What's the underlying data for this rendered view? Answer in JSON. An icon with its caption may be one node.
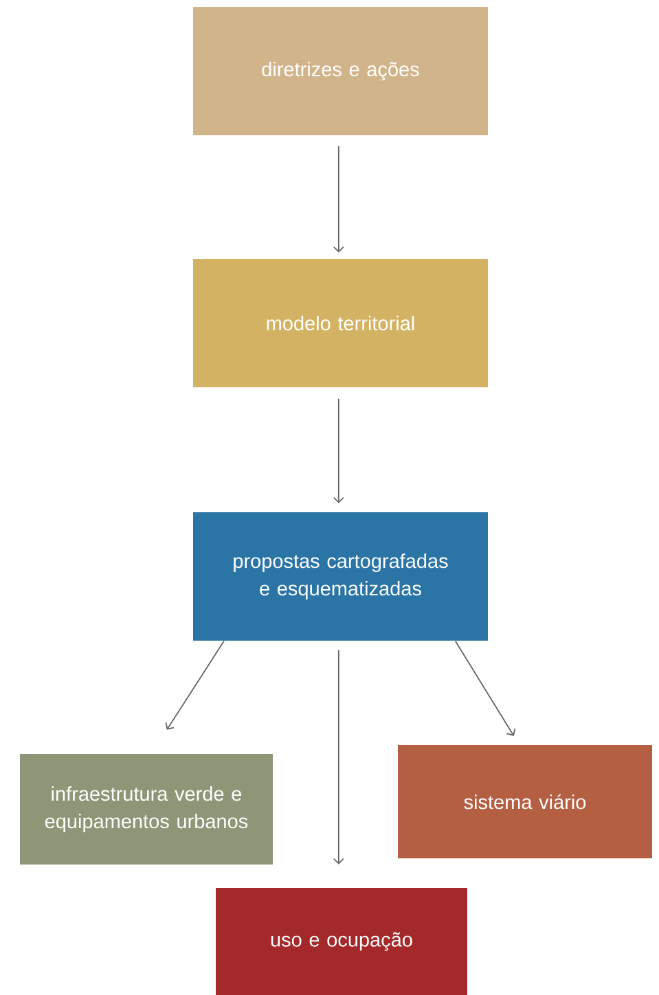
{
  "diagram": {
    "nodes": [
      {
        "text": [
          "diretrizes e ações"
        ]
      },
      {
        "text": [
          "modelo territorial"
        ]
      },
      {
        "text": [
          "propostas cartografadas e esquematizadas"
        ]
      },
      {
        "text": [
          "infraestrutura verde e equipamentos urbanos"
        ]
      },
      {
        "text": [
          "sistema viário"
        ]
      },
      {
        "text": [
          "uso e ocupação"
        ]
      }
    ],
    "edges": [
      {
        "from": 0,
        "to": 1,
        "arrow": "to"
      },
      {
        "from": 1,
        "to": 2,
        "arrow": "to"
      },
      {
        "from": 2,
        "to": 3,
        "arrow": "to"
      },
      {
        "from": 2,
        "to": 5,
        "arrow": "to"
      },
      {
        "from": 2,
        "to": 4,
        "arrow": "to"
      }
    ]
  }
}
